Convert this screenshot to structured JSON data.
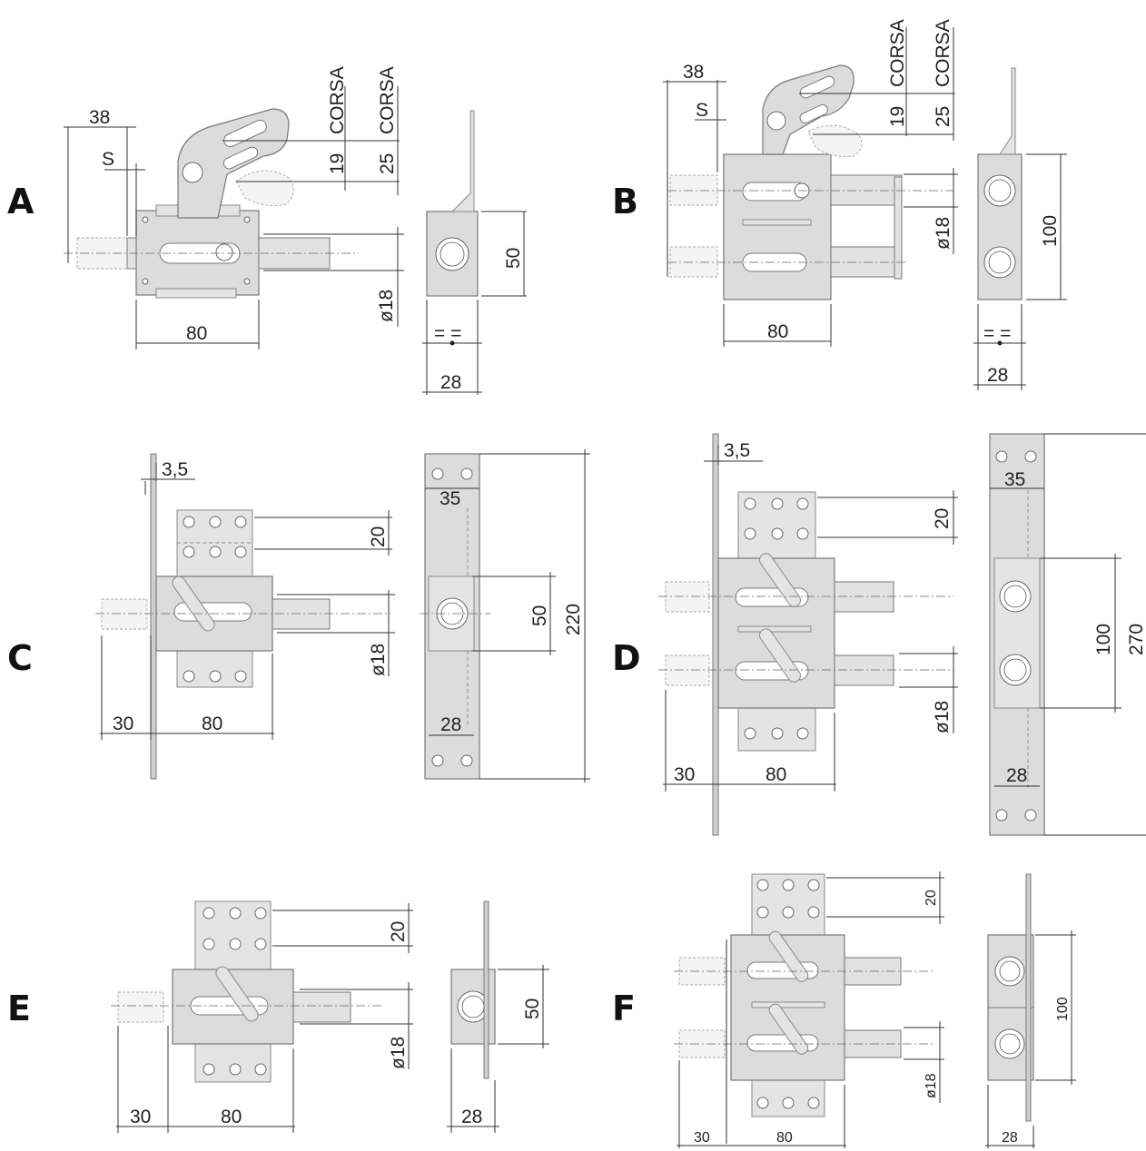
{
  "panels": {
    "A": {
      "letter": "A",
      "width": "80",
      "offset": "38",
      "s": "S",
      "stroke_short": "19",
      "stroke_long": "25",
      "corsa1": "CORSA",
      "corsa2": "CORSA",
      "diameter": "ø18",
      "height": "50",
      "depth": "28",
      "equal": "= ="
    },
    "B": {
      "letter": "B",
      "width": "80",
      "offset": "38",
      "s": "S",
      "stroke_short": "19",
      "stroke_long": "25",
      "corsa1": "CORSA",
      "corsa2": "CORSA",
      "diameter": "ø18",
      "height": "100",
      "depth": "28",
      "equal": "= ="
    },
    "C": {
      "letter": "C",
      "width": "80",
      "offset": "30",
      "plate": "3,5",
      "pitch": "20",
      "diameter": "ø18",
      "height": "50",
      "total": "220",
      "plate_width": "35",
      "depth": "28"
    },
    "D": {
      "letter": "D",
      "width": "80",
      "offset": "30",
      "plate": "3,5",
      "pitch": "20",
      "diameter": "ø18",
      "height": "100",
      "total": "270",
      "plate_width": "35",
      "depth": "28"
    },
    "E": {
      "letter": "E",
      "width": "80",
      "offset": "30",
      "pitch": "20",
      "diameter": "ø18",
      "height": "50",
      "depth": "28"
    },
    "F": {
      "letter": "F",
      "width": "80",
      "offset": "30",
      "pitch": "20",
      "diameter": "ø18",
      "height": "100",
      "depth": "28"
    }
  }
}
